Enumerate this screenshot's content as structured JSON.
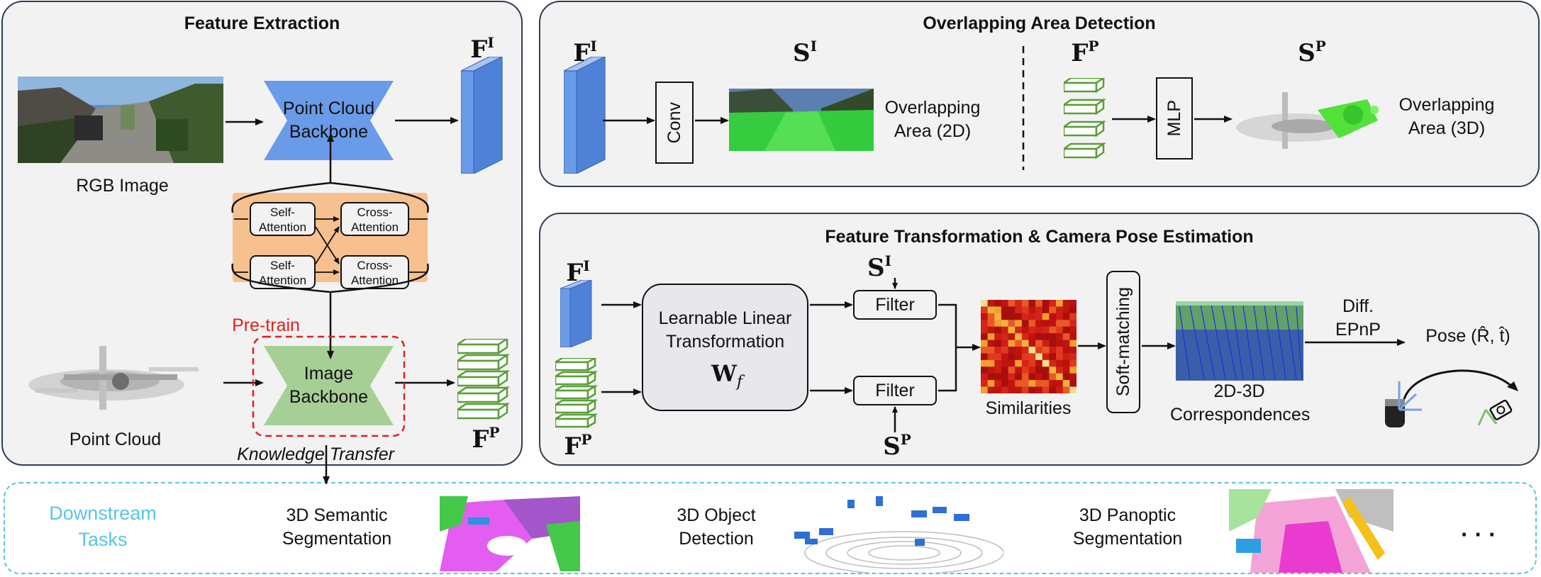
{
  "feature_extraction": {
    "title": "Feature Extraction",
    "rgb_image": "RGB Image",
    "pc_backbone": [
      "Point Cloud",
      "Backbone"
    ],
    "img_backbone": [
      "Image",
      "Backbone"
    ],
    "self_attention": [
      "Self-",
      "Attention"
    ],
    "cross_attention": [
      "Cross-",
      "Attention"
    ],
    "pretrain": "Pre-train",
    "point_cloud": "Point Cloud",
    "knowledge_transfer": "Knowledge Transfer",
    "FI_base": "F",
    "FI_sup": "I",
    "FP_base": "F",
    "FP_sup": "P"
  },
  "overlap": {
    "title": "Overlapping Area Detection",
    "FI_base": "F",
    "FI_sup": "I",
    "conv": "Conv",
    "SI_base": "S",
    "SI_sup": "I",
    "area2d": [
      "Overlapping",
      "Area (2D)"
    ],
    "FP_base": "F",
    "FP_sup": "P",
    "mlp": "MLP",
    "SP_base": "S",
    "SP_sup": "P",
    "area3d": [
      "Overlapping",
      "Area (3D)"
    ]
  },
  "transform": {
    "title": "Feature Transformation & Camera Pose Estimation",
    "FI_base": "F",
    "FI_sup": "I",
    "FP_base": "F",
    "FP_sup": "P",
    "learnable": [
      "Learnable Linear",
      "Transformation"
    ],
    "W_base": "W",
    "W_sub": "f",
    "filter": "Filter",
    "SI_base": "S",
    "SI_sup": "I",
    "SP_base": "S",
    "SP_sup": "P",
    "similarities": "Similarities",
    "soft_matching": "Soft-matching",
    "correspondences": [
      "2D-3D",
      "Correspondences"
    ],
    "epnp": [
      "Diff.",
      "EPnP"
    ],
    "pose": "Pose (R̂, t̂)"
  },
  "downstream": {
    "title": [
      "Downstream",
      "Tasks"
    ],
    "tasks": [
      [
        "3D Semantic",
        "Segmentation"
      ],
      [
        "3D Object",
        "Detection"
      ],
      [
        "3D Panoptic",
        "Segmentation"
      ]
    ],
    "ellipsis": "· · ·"
  },
  "colors": {
    "panel_border": "#2f3e55",
    "panel_fill": "#f2f2f2",
    "blue_feature": "#6a9be8",
    "green_feature": "#5a9e38",
    "attention_fill": "#f7c08f",
    "pretrain_red": "#e0201f",
    "downstream_cyan": "#5bc3e6"
  }
}
